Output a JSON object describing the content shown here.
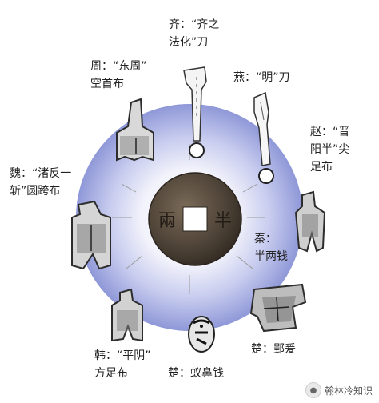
{
  "diagram": {
    "center": {
      "line1": "秦：",
      "line2": "半两钱"
    },
    "coin_glyphs": {
      "left": "兩",
      "right": "半"
    },
    "labels": {
      "qi": {
        "line1": "齐：“齐之",
        "line2": "法化”刀"
      },
      "zhou": {
        "line1": "周：“东周”",
        "line2": "空首布"
      },
      "yan": {
        "line1": "燕：“明”刀"
      },
      "zhao": {
        "line1": "赵：“晋",
        "line2": "阳半”尖",
        "line3": "足布"
      },
      "wei": {
        "line1": "魏：“渚反一",
        "line2": "斩”圆跨布"
      },
      "han": {
        "line1": "韩：“平阴”",
        "line2": "方足布"
      },
      "chu_yibi": {
        "line1": "楚：蚁鼻钱"
      },
      "chu_yingyuan": {
        "line1": "楚：郢爰"
      }
    }
  },
  "watermark": {
    "text": "翰林冷知识",
    "icon": "wechat-icon"
  },
  "colors": {
    "glow": "#8f98d8",
    "coin": "#4f4438",
    "ink": "#222222",
    "line": "#9a9a9a"
  }
}
